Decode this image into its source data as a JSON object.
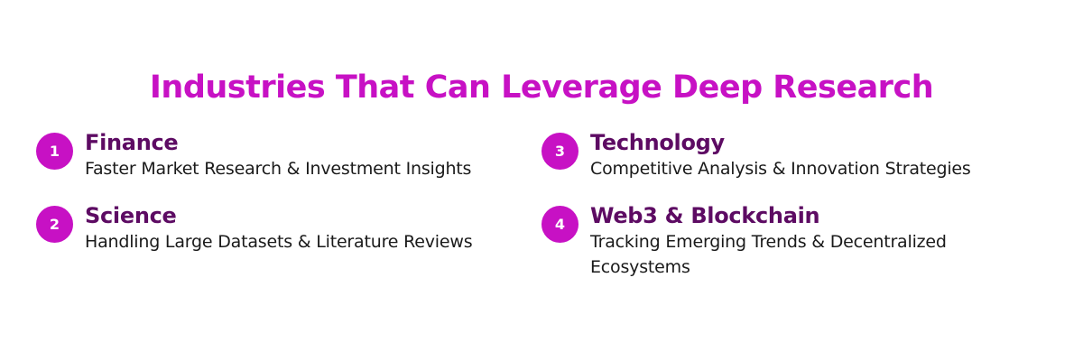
{
  "title": "Industries That Can Leverage Deep Research",
  "accent_color": "#c711c4",
  "heading_color": "#5d0b63",
  "industries": [
    {
      "number": "1",
      "name": "Finance",
      "description": "Faster Market Research & Investment Insights"
    },
    {
      "number": "2",
      "name": "Science",
      "description": "Handling Large Datasets & Literature Reviews"
    },
    {
      "number": "3",
      "name": "Technology",
      "description": "Competitive Analysis & Innovation Strategies"
    },
    {
      "number": "4",
      "name": "Web3 & Blockchain",
      "description": "Tracking Emerging Trends & Decentralized Ecosystems"
    }
  ]
}
